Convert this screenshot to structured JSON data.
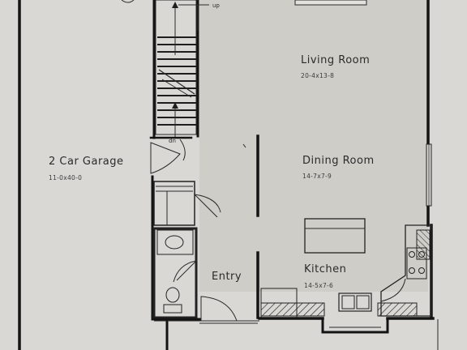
{
  "rooms": {
    "garage": {
      "name": "2 Car Garage",
      "dims": "11-0x40-0"
    },
    "living": {
      "name": "Living Room",
      "dims": "20-4x13-8"
    },
    "dining": {
      "name": "Dining Room",
      "dims": "14-7x7-9"
    },
    "kitchen": {
      "name": "Kitchen",
      "dims": "14-5x7-6"
    },
    "entry": {
      "name": "Entry"
    }
  },
  "stairs": {
    "up_note": "up",
    "dn_note": "dn"
  },
  "colors": {
    "paper": "#d9d8d4",
    "ink": "#141414",
    "living_shade": "#cfcdc8"
  }
}
